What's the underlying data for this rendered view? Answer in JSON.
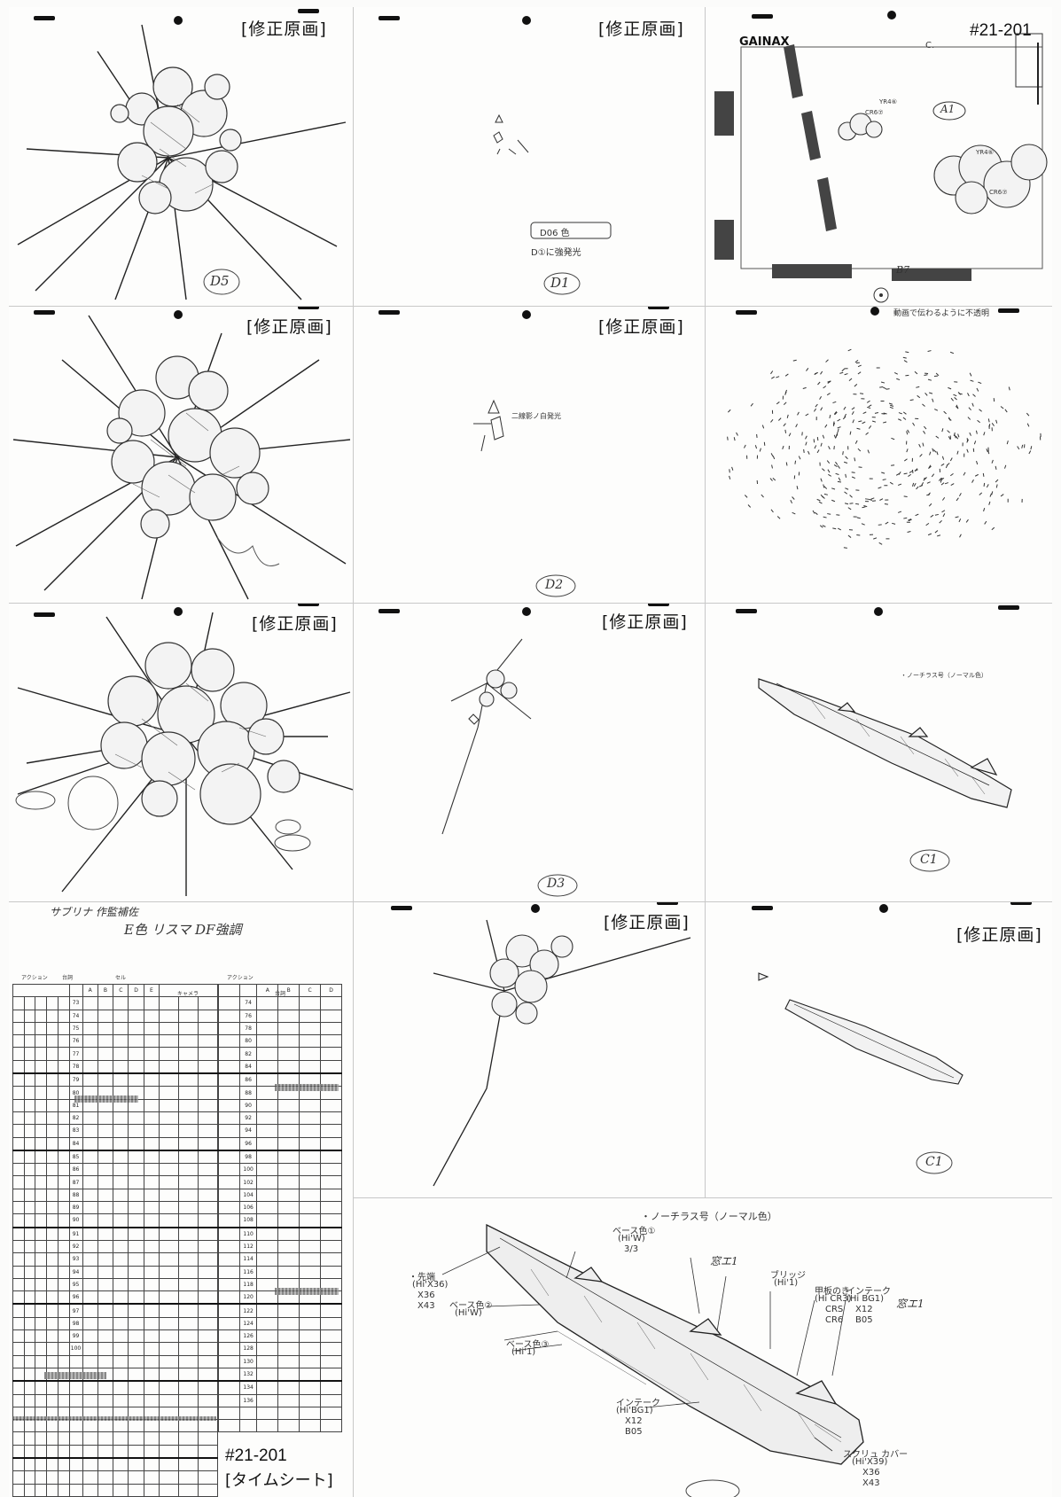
{
  "labels": {
    "correction": "[修正原画]",
    "cut_number": "#21-201",
    "timesheet_label": "[タイムシート]",
    "studio_logo": "GAINAX",
    "frame_mark_c": "C."
  },
  "panel_marks": {
    "d5": "D5",
    "d1": "D1",
    "d2": "D2",
    "d3": "D3",
    "a1": "A1",
    "b7": "B7",
    "c1": "C1",
    "c1b": "C1",
    "fx_note": "動画で伝わるように不透明"
  },
  "annotations": {
    "ship_title": "・ノーチラス号（ノーマル色）",
    "base1": "ベース色①",
    "base1_code": "(Hi'W)",
    "base1_frac": "3/3",
    "base2": "ベース色②",
    "base2_code": "(Hi'W)",
    "base3": "ベース色③",
    "base3_code": "(Hi'1)",
    "saki": "・先端",
    "saki_code": "(Hi'X36)",
    "saki_x36": "X36",
    "saki_x43": "X43",
    "madoei": "窓エ1",
    "madoei2": "窓エ1",
    "bridge": "ブリッジ",
    "bridge_code": "(Hi'1)",
    "kouban": "甲板のき",
    "kouban_code": "(Hi CR3)",
    "crs": "CRS",
    "cr6": "CR6",
    "intake": "インテーク",
    "intake_code": "(Hi BG1)",
    "intake_x12": "X12",
    "intake_b05": "B05",
    "intake2": "インテーク",
    "intake2_code": "(Hi'BG1)",
    "intake2_x12": "X12",
    "intake2_b05": "B05",
    "screw": "スクリュ カバー",
    "screw_code": "(Hi'X39)",
    "screw_x36": "X36",
    "screw_x43": "X43",
    "d01_note": "D06 色",
    "d01_sub": "D①に強発光",
    "line_note": "二線影ノ白発光",
    "fx_code1": "YR4⑥",
    "fx_code2": "CR6⑦",
    "fx_code3": "YR4⑥",
    "fx_code4": "CR6⑦"
  },
  "timesheet": {
    "header_action": "アクション",
    "header_cell": "セル",
    "header_camera": "キャメラ",
    "header_dialogue": "台詞",
    "columns": [
      "A",
      "B",
      "C",
      "D",
      "E"
    ],
    "handwritten_top": "サブリナ 作監補佐",
    "handwritten_mid": "E色 リスマ",
    "handwritten_title": "E色 リスマ DF強調",
    "frame_numbers_left": [
      "73",
      "74",
      "75",
      "76",
      "77",
      "78",
      "79",
      "80",
      "81",
      "82",
      "83",
      "84",
      "85",
      "86",
      "87",
      "88",
      "89",
      "90",
      "91",
      "92",
      "93",
      "94",
      "95",
      "96",
      "97",
      "98",
      "99",
      "100"
    ],
    "frame_numbers_right": [
      "74",
      "76",
      "78",
      "80",
      "82",
      "84",
      "86",
      "88",
      "90",
      "92",
      "94",
      "96",
      "98",
      "100",
      "102",
      "104",
      "106",
      "108",
      "110",
      "112",
      "114",
      "116",
      "118",
      "120",
      "122",
      "124",
      "126",
      "128",
      "130",
      "132",
      "134",
      "136"
    ]
  }
}
